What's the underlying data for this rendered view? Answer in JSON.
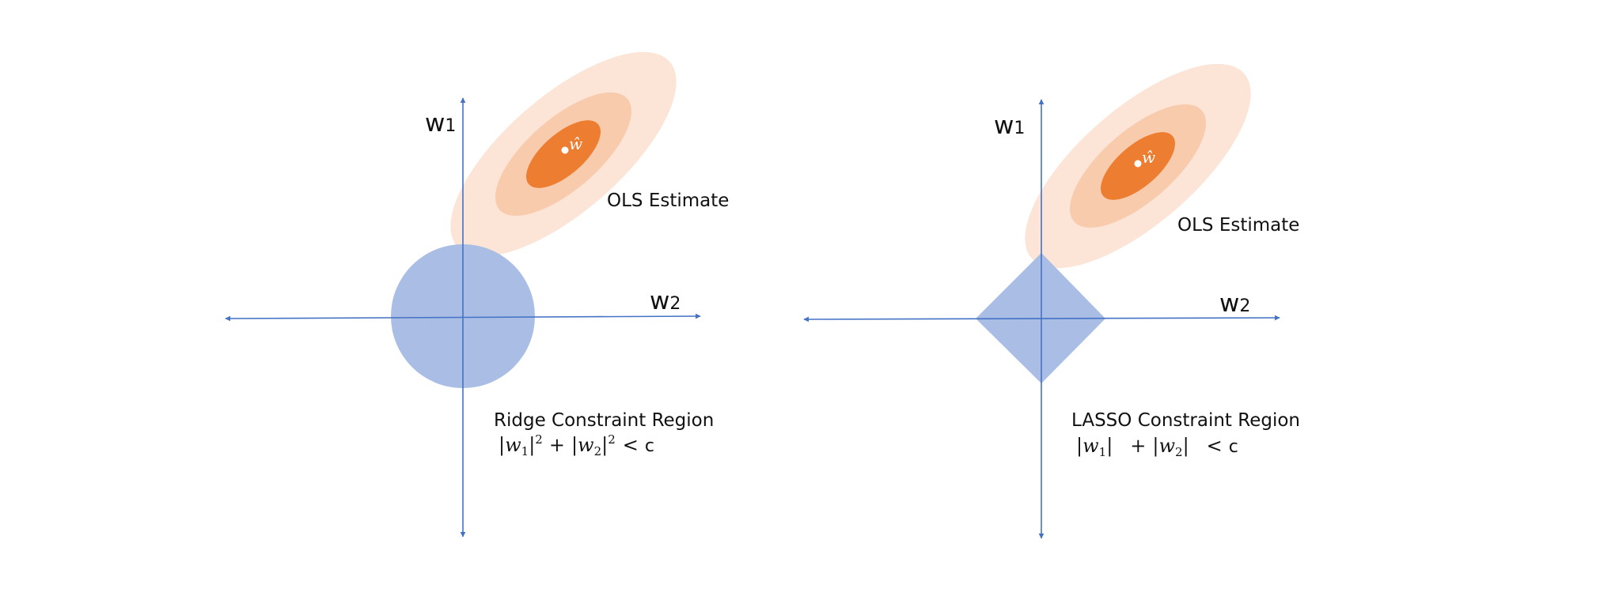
{
  "colors": {
    "axis": "#4472C4",
    "constraint": "#A9BDE5",
    "ellipse_outer": "#FCE4D6",
    "ellipse_middle": "#F8CBAD",
    "ellipse_inner": "#ED7D31",
    "text": "#111111"
  },
  "panels": [
    {
      "id": "ridge",
      "y_axis_label": "w",
      "y_axis_sub": "1",
      "x_axis_label": "w",
      "x_axis_sub": "2",
      "estimate_label": "OLS Estimate",
      "estimate_symbol": "ŵ",
      "constraint_shape": "circle",
      "constraint_title": "Ridge Constraint Region",
      "constraint_formula": {
        "bar": "|",
        "var": "w",
        "sub1": "1",
        "sub2": "2",
        "power": "2",
        "plus": "+",
        "less_than": "<",
        "c": "c"
      }
    },
    {
      "id": "lasso",
      "y_axis_label": "w",
      "y_axis_sub": "1",
      "x_axis_label": "w",
      "x_axis_sub": "2",
      "estimate_label": "OLS Estimate",
      "estimate_symbol": "ŵ",
      "constraint_shape": "diamond",
      "constraint_title": "LASSO Constraint Region",
      "constraint_formula": {
        "bar": "|",
        "var": "w",
        "sub1": "1",
        "sub2": "2",
        "plus": "+",
        "less_than": "<",
        "c": "c"
      }
    }
  ]
}
